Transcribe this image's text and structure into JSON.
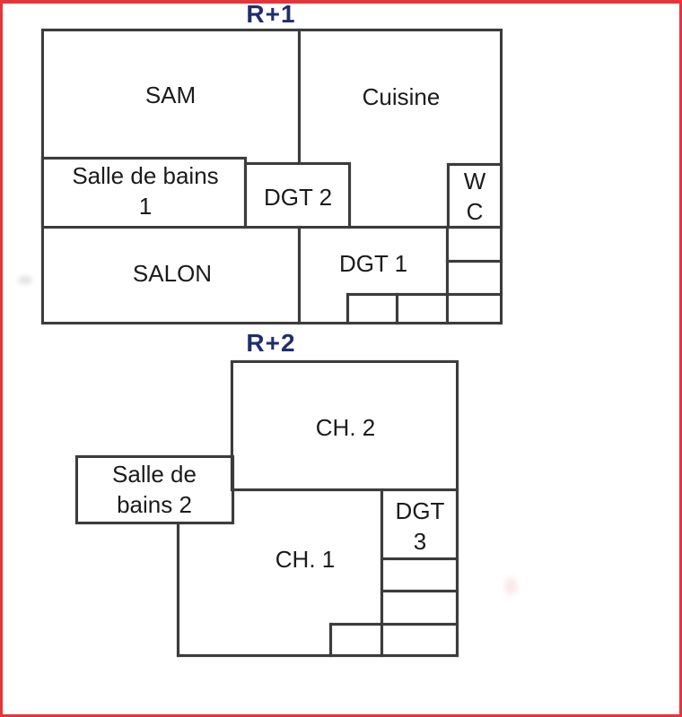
{
  "document": {
    "type": "scanned floor plan",
    "language": "fr"
  },
  "colors": {
    "frame_red": "#e5343a",
    "title_navy": "#1f2e6e",
    "wall_gray": "#3c3c3c",
    "label_black": "#1b1b1b",
    "background": "#ffffff"
  },
  "floors": [
    {
      "title": "R+1",
      "rooms": [
        {
          "name": "SAM"
        },
        {
          "name": "Cuisine"
        },
        {
          "name": "Salle de bains 1",
          "line1": "Salle de bains",
          "line2": "1"
        },
        {
          "name": "DGT 2"
        },
        {
          "name": "WC",
          "line1": "W",
          "line2": "C"
        },
        {
          "name": "SALON"
        },
        {
          "name": "DGT 1"
        }
      ]
    },
    {
      "title": "R+2",
      "rooms": [
        {
          "name": "CH. 2"
        },
        {
          "name": "Salle de bains 2",
          "line1": "Salle de",
          "line2": "bains 2"
        },
        {
          "name": "CH. 1"
        },
        {
          "name": "DGT 3",
          "line1": "DGT",
          "line2": "3"
        }
      ]
    }
  ]
}
